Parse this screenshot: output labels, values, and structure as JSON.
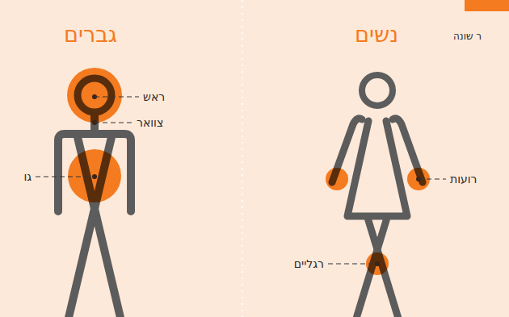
{
  "diagram": {
    "labels": [
      "גברים",
      "נשים",
      "ר שונה",
      "ראש",
      "צוואר",
      "גו",
      "רועות",
      "רגליים"
    ]
  }
}
